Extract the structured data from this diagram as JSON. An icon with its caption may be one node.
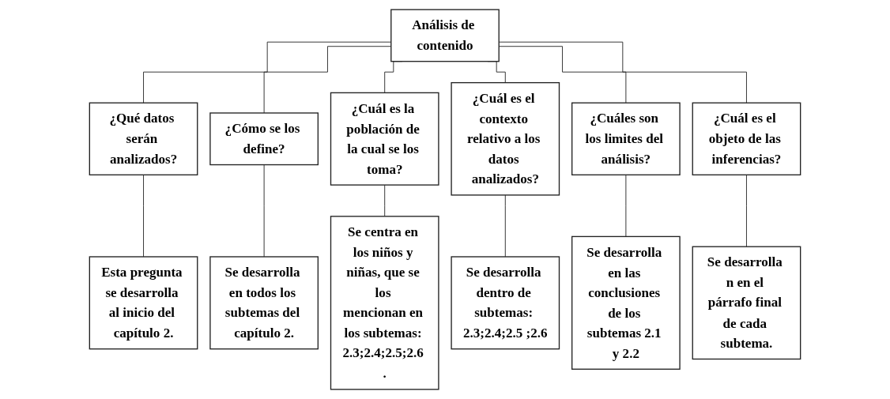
{
  "diagram": {
    "nodes": [
      {
        "text": [
          "Análisis de contenido"
        ]
      },
      {
        "text": [
          "¿Qué datos serán analizados?"
        ]
      },
      {
        "text": [
          "¿Cómo se los define?"
        ]
      },
      {
        "text": [
          "¿Cuál es la población de la cual se los toma?"
        ]
      },
      {
        "text": [
          "¿Cuál es el contexto relativo a los datos analizados?"
        ]
      },
      {
        "text": [
          "¿Cuáles son los limites del análisis?"
        ]
      },
      {
        "text": [
          "¿Cuál es el objeto de las inferencias?"
        ]
      },
      {
        "text": [
          "Esta pregunta se desarrolla al inicio del capítulo 2."
        ]
      },
      {
        "text": [
          "Se desarrolla en todos los subtemas del capítulo 2."
        ]
      },
      {
        "text": [
          "Se centra en los niños y niñas, que se los mencionan en los subtemas: 2.3;2.4;2.5;2.6 ."
        ]
      },
      {
        "text": [
          "Se desarrolla dentro de subtemas: 2.3;2.4;2.5 ;2.6"
        ]
      },
      {
        "text": [
          "Se desarrolla en las conclusiones de los subtemas 2.1 y 2.2"
        ]
      },
      {
        "text": [
          "Se desarrolla n en el párrafo final de cada subtema."
        ]
      }
    ],
    "edges": [
      {
        "from": 0,
        "to": 1,
        "arrow": "none"
      },
      {
        "from": 0,
        "to": 2,
        "arrow": "none"
      },
      {
        "from": 0,
        "to": 3,
        "arrow": "none"
      },
      {
        "from": 0,
        "to": 4,
        "arrow": "none"
      },
      {
        "from": 0,
        "to": 5,
        "arrow": "none"
      },
      {
        "from": 0,
        "to": 6,
        "arrow": "none"
      },
      {
        "from": 1,
        "to": 7,
        "arrow": "none"
      },
      {
        "from": 2,
        "to": 8,
        "arrow": "none"
      },
      {
        "from": 3,
        "to": 9,
        "arrow": "none"
      },
      {
        "from": 4,
        "to": 10,
        "arrow": "none"
      },
      {
        "from": 5,
        "to": 11,
        "arrow": "none"
      },
      {
        "from": 6,
        "to": 12,
        "arrow": "none"
      }
    ]
  }
}
